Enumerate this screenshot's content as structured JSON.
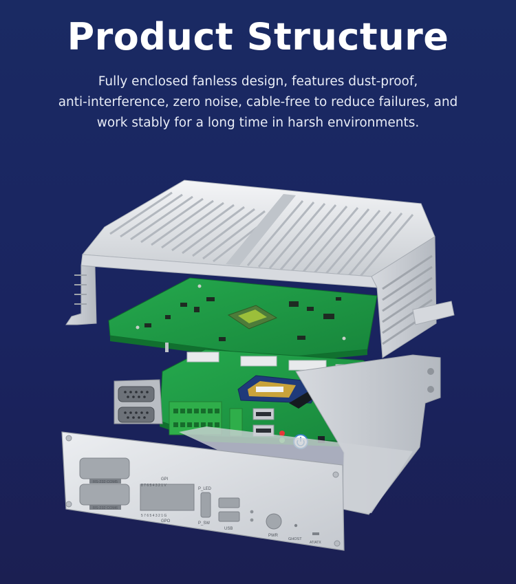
{
  "header": {
    "title": "Product Structure",
    "description_lines": [
      "Fully enclosed fanless design, features dust-proof,",
      "anti-interference, zero noise, cable-free to reduce failures, and",
      "work stably for a long time in harsh environments."
    ]
  },
  "panel_labels": {
    "com_top": "RS-232 COM5",
    "com_bottom": "RS-232 COM6",
    "gpi": "GPI",
    "gpo": "GPO",
    "gpi_pins": "8 7 6 5 4 3 2 1 V",
    "gpo_pins": "5 7 6 5 4 3 2 1 G",
    "p_led": "P_LED",
    "p_sw": "P_SW",
    "usb": "USB",
    "pwr": "PWR",
    "ghost": "GHOST",
    "atatx": "AT/ATX"
  },
  "colors": {
    "background_top": "#1a2a63",
    "background_bottom": "#1b1f52",
    "pcb_green": "#1f9a45",
    "aluminum": "#e3e6ea",
    "connector_green": "#2fae4a",
    "header_orange": "#e0a24a"
  }
}
